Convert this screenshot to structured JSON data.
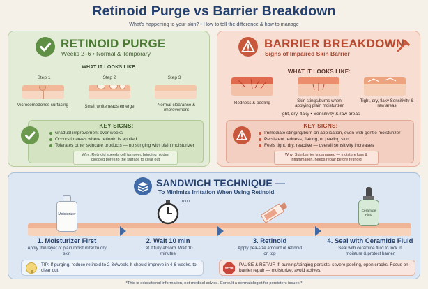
{
  "header": {
    "title": "Retinoid Purge vs Barrier Breakdown",
    "subtitle": "What's happening to your skin? • How to tell the difference & how to manage"
  },
  "purge": {
    "title": "RETINOID PURGE",
    "subtitle": "Weeks 2–6 • Normal & Temporary",
    "looks_label": "WHAT IT LOOKS LIKE:",
    "steps": [
      {
        "label": "Step 1",
        "caption": "Microcomedones surfacing"
      },
      {
        "label": "Step 2",
        "caption": "Small whiteheads emerge"
      },
      {
        "label": "Step 3",
        "caption": "Normal clearance & improvement"
      }
    ],
    "key_title": "KEY SIGNS:",
    "signs": [
      "Gradual improvement over weeks",
      "Occurs in areas where retinoid is applied",
      "Tolerates other skincare products — no stinging with plain moisturizer"
    ],
    "why": "Why: Retinoid speeds cell turnover, bringing hidden clogged pores to the surface to clear out",
    "accent": "#5e8f45"
  },
  "barrier": {
    "title": "BARRIER BREAKDOWN",
    "subtitle": "Signs of Impaired Skin Barrier",
    "looks_label": "WHAT IT LOOKS LIKE:",
    "items": [
      {
        "caption": "Redness & peeling"
      },
      {
        "caption": "Skin stings/burns when applying plain moisturizer"
      },
      {
        "caption": "Tight, dry, flaky Sensitivity & raw areas"
      }
    ],
    "summary": "Tight, dry, flaky • Sensitivity & raw areas",
    "key_title": "KEY SIGNS:",
    "signs": [
      "Immediate stinging/burn on application, even with gentle moisturizer",
      "Persistent redness, flaking, or peeling skin",
      "Feels tight, dry, reactive — overall sensitivity increases"
    ],
    "why": "Why: Skin barrier is damaged — moisture loss & inflammation, needs repair before retinoid",
    "accent": "#c8583c"
  },
  "sandwich": {
    "title": "SANDWICH TECHNIQUE —",
    "subtitle": "To Minimize Irritation When Using Retinoid",
    "bottle_label": "Moisturizer",
    "clock_label": "10:00",
    "ceramide_label": "Ceramide Fluid",
    "steps": [
      {
        "title": "1. Moisturizer First",
        "desc": "Apply thin layer of plain moisturizer to dry skin"
      },
      {
        "title": "2. Wait 10 min",
        "desc": "Let it fully absorb. Wait 10 minutes"
      },
      {
        "title": "3. Retinoid",
        "desc": "Apply pea-size amount of retinoid on top"
      },
      {
        "title": "4. Seal with Ceramide Fluid",
        "desc": "Seal with ceramide fluid to lock in moisture & protect barrier"
      }
    ],
    "tip": "TIP: If purging, reduce retinoid to 2-3x/week. It should improve in 4-6 weeks. to clear out",
    "stop_badge": "STOP",
    "pause": "PAUSE & REPAIR if: burning/stinging persists, severe peeling, open cracks. Focus on barrier repair — moisturize, avoid actives."
  },
  "footer": "*This is educational information, not medical advice. Consult a dermatologist for persistent issues.*"
}
